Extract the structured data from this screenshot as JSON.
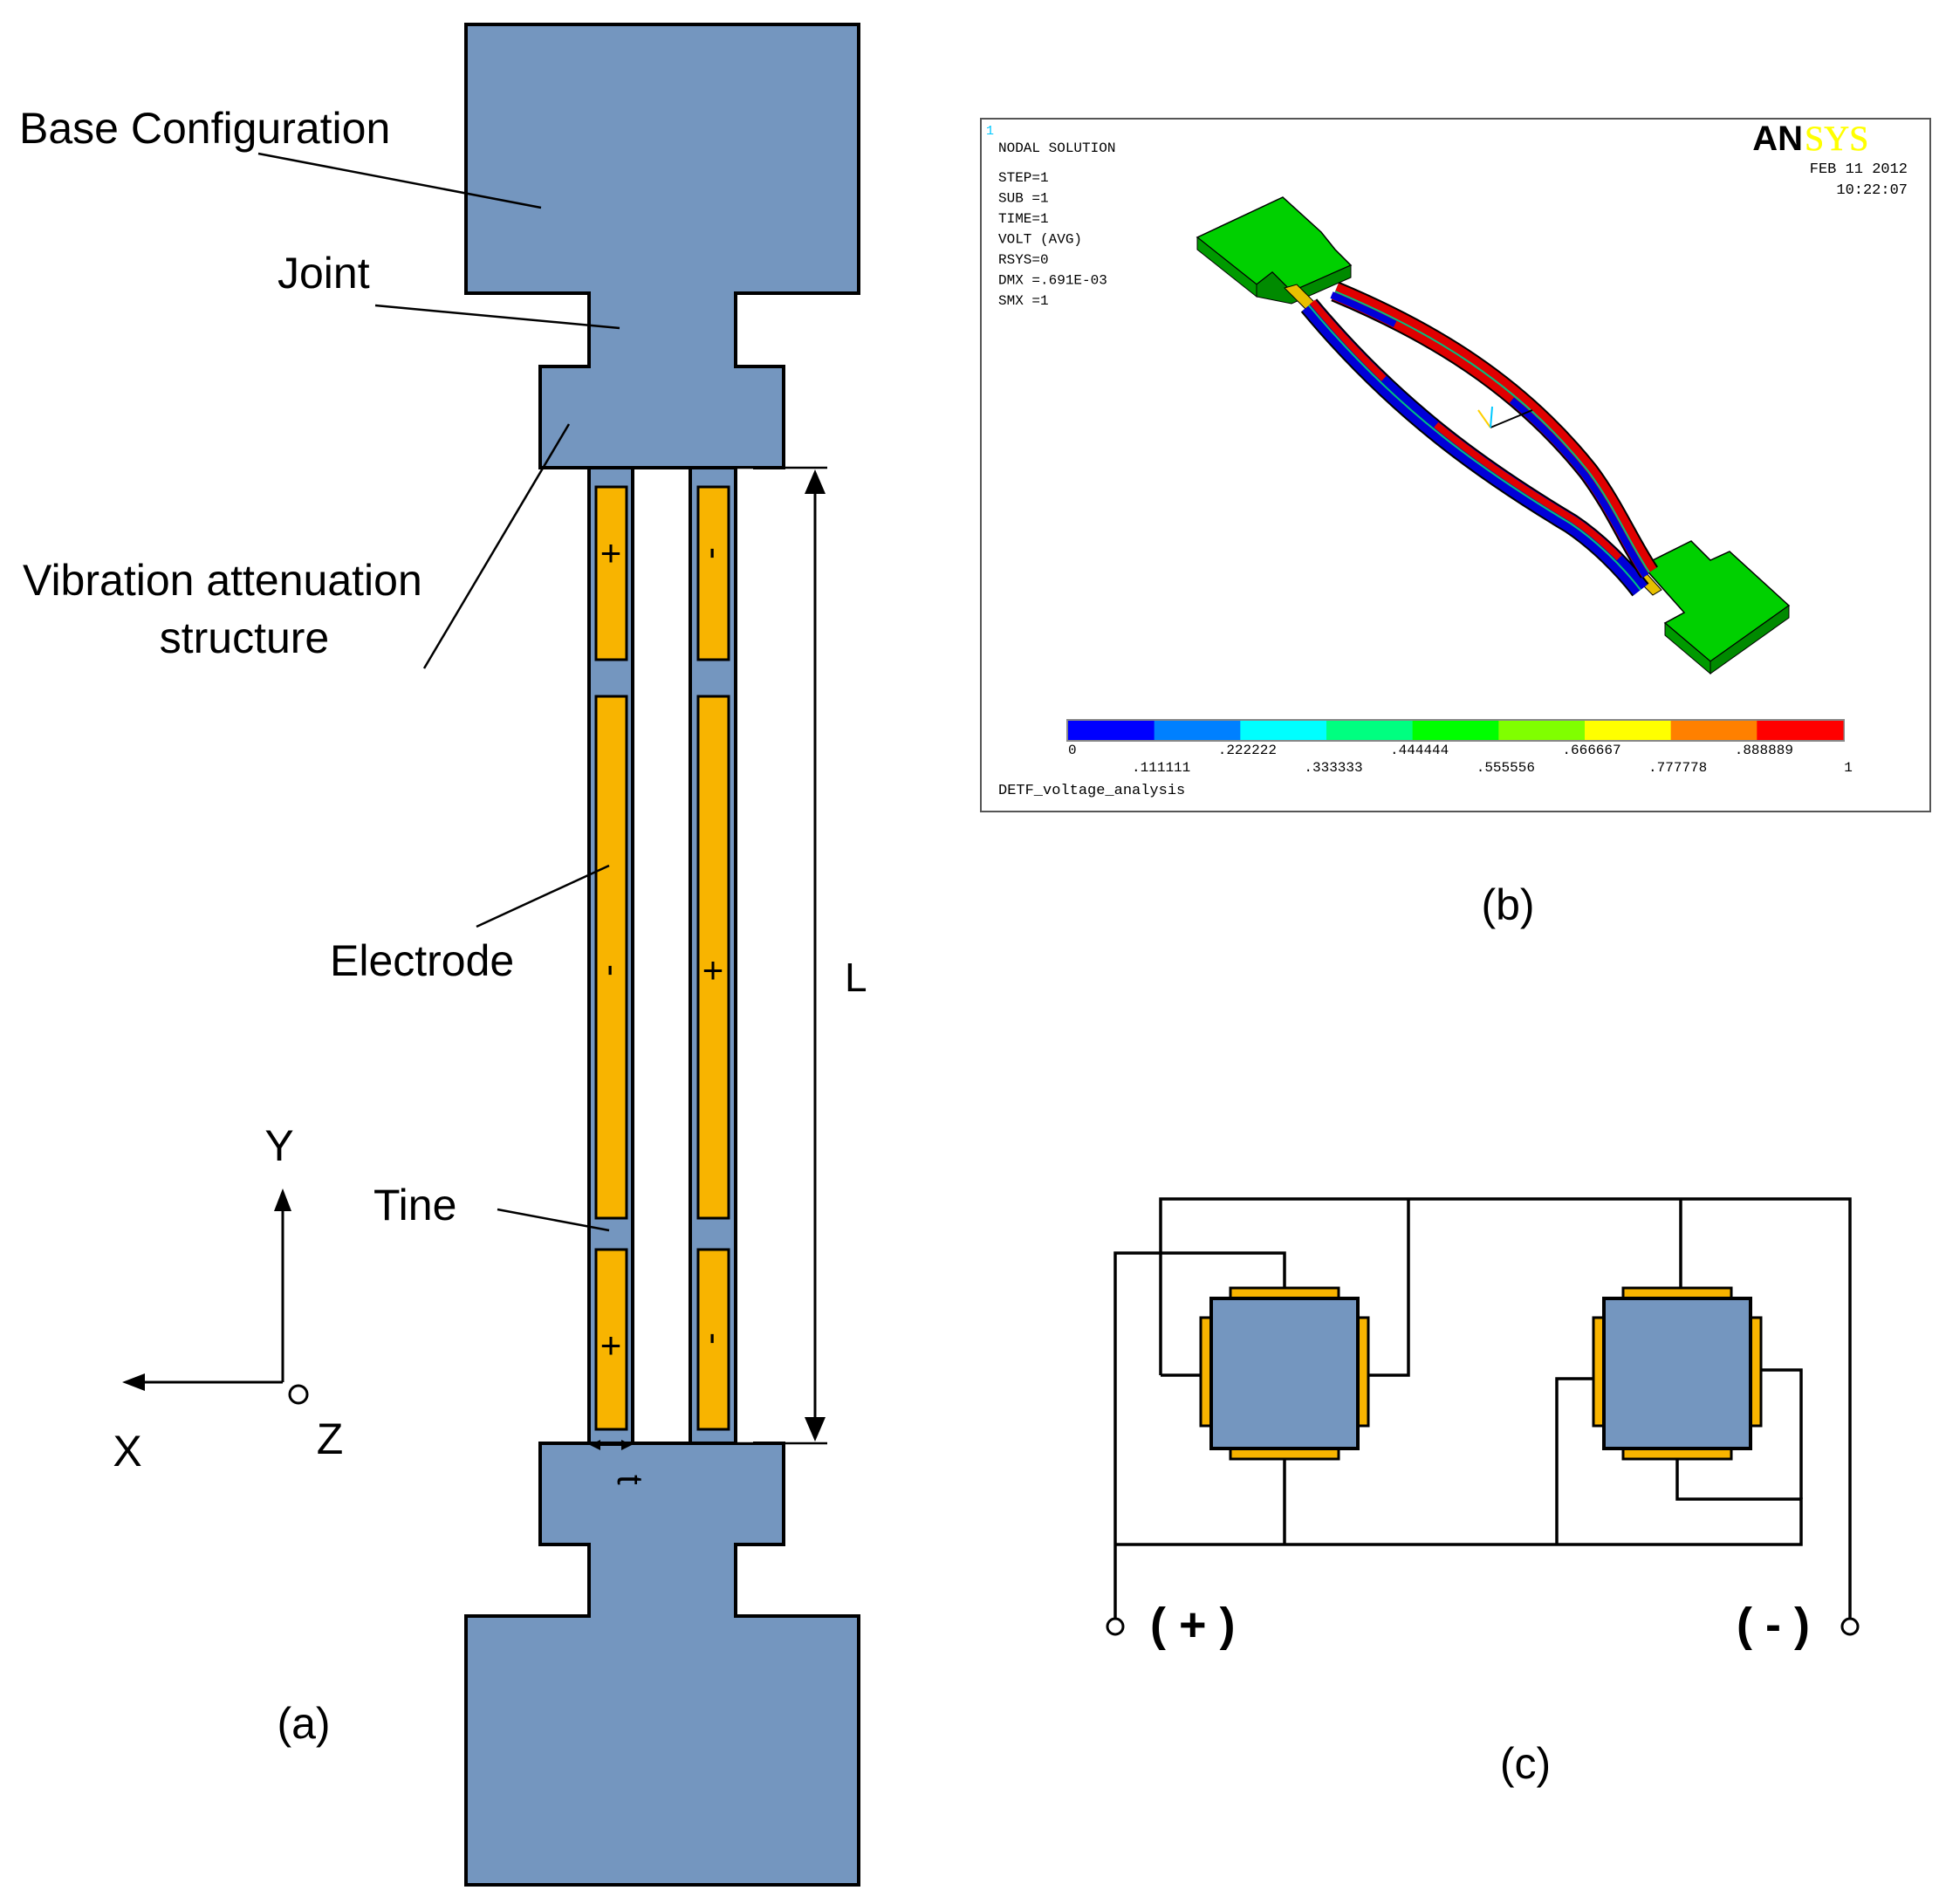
{
  "panel_a": {
    "caption": "(a)",
    "labels": {
      "base": "Base Configuration",
      "joint": "Joint",
      "vas_line1": "Vibration attenuation",
      "vas_line2": "structure",
      "electrode": "Electrode",
      "tine": "Tine",
      "length": "L",
      "thickness": "t"
    },
    "axes": {
      "x": "X",
      "y": "Y",
      "z": "Z"
    },
    "electrode_signs": {
      "left_top": "+",
      "left_mid": "-",
      "left_bot": "+",
      "right_top": "-",
      "right_mid": "+",
      "right_bot": "-"
    },
    "colors": {
      "body": "#7496bf",
      "electrode": "#f8b400"
    }
  },
  "panel_b": {
    "caption": "(b)",
    "corner_index": "1",
    "logo_an": "AN",
    "logo_sys": "SYS",
    "date": "FEB 11 2012",
    "time": "10:22:07",
    "info_lines": [
      "NODAL SOLUTION",
      "STEP=1",
      "SUB =1",
      "TIME=1",
      "VOLT      (AVG)",
      "RSYS=0",
      "DMX =.691E-03",
      "SMX =1"
    ],
    "legend_top": [
      "0",
      ".222222",
      ".444444",
      ".666667",
      ".888889"
    ],
    "legend_bottom": [
      ".111111",
      ".333333",
      ".555556",
      ".777778",
      "1"
    ],
    "legend_colors": [
      "#0000ff",
      "#0080ff",
      "#00ffff",
      "#00ff80",
      "#00ff00",
      "#80ff00",
      "#ffff00",
      "#ff8000",
      "#ff0000"
    ],
    "footer": "DETF_voltage_analysis"
  },
  "panel_c": {
    "caption": "(c)",
    "plus_label": "( + )",
    "minus_label": "( - )"
  }
}
